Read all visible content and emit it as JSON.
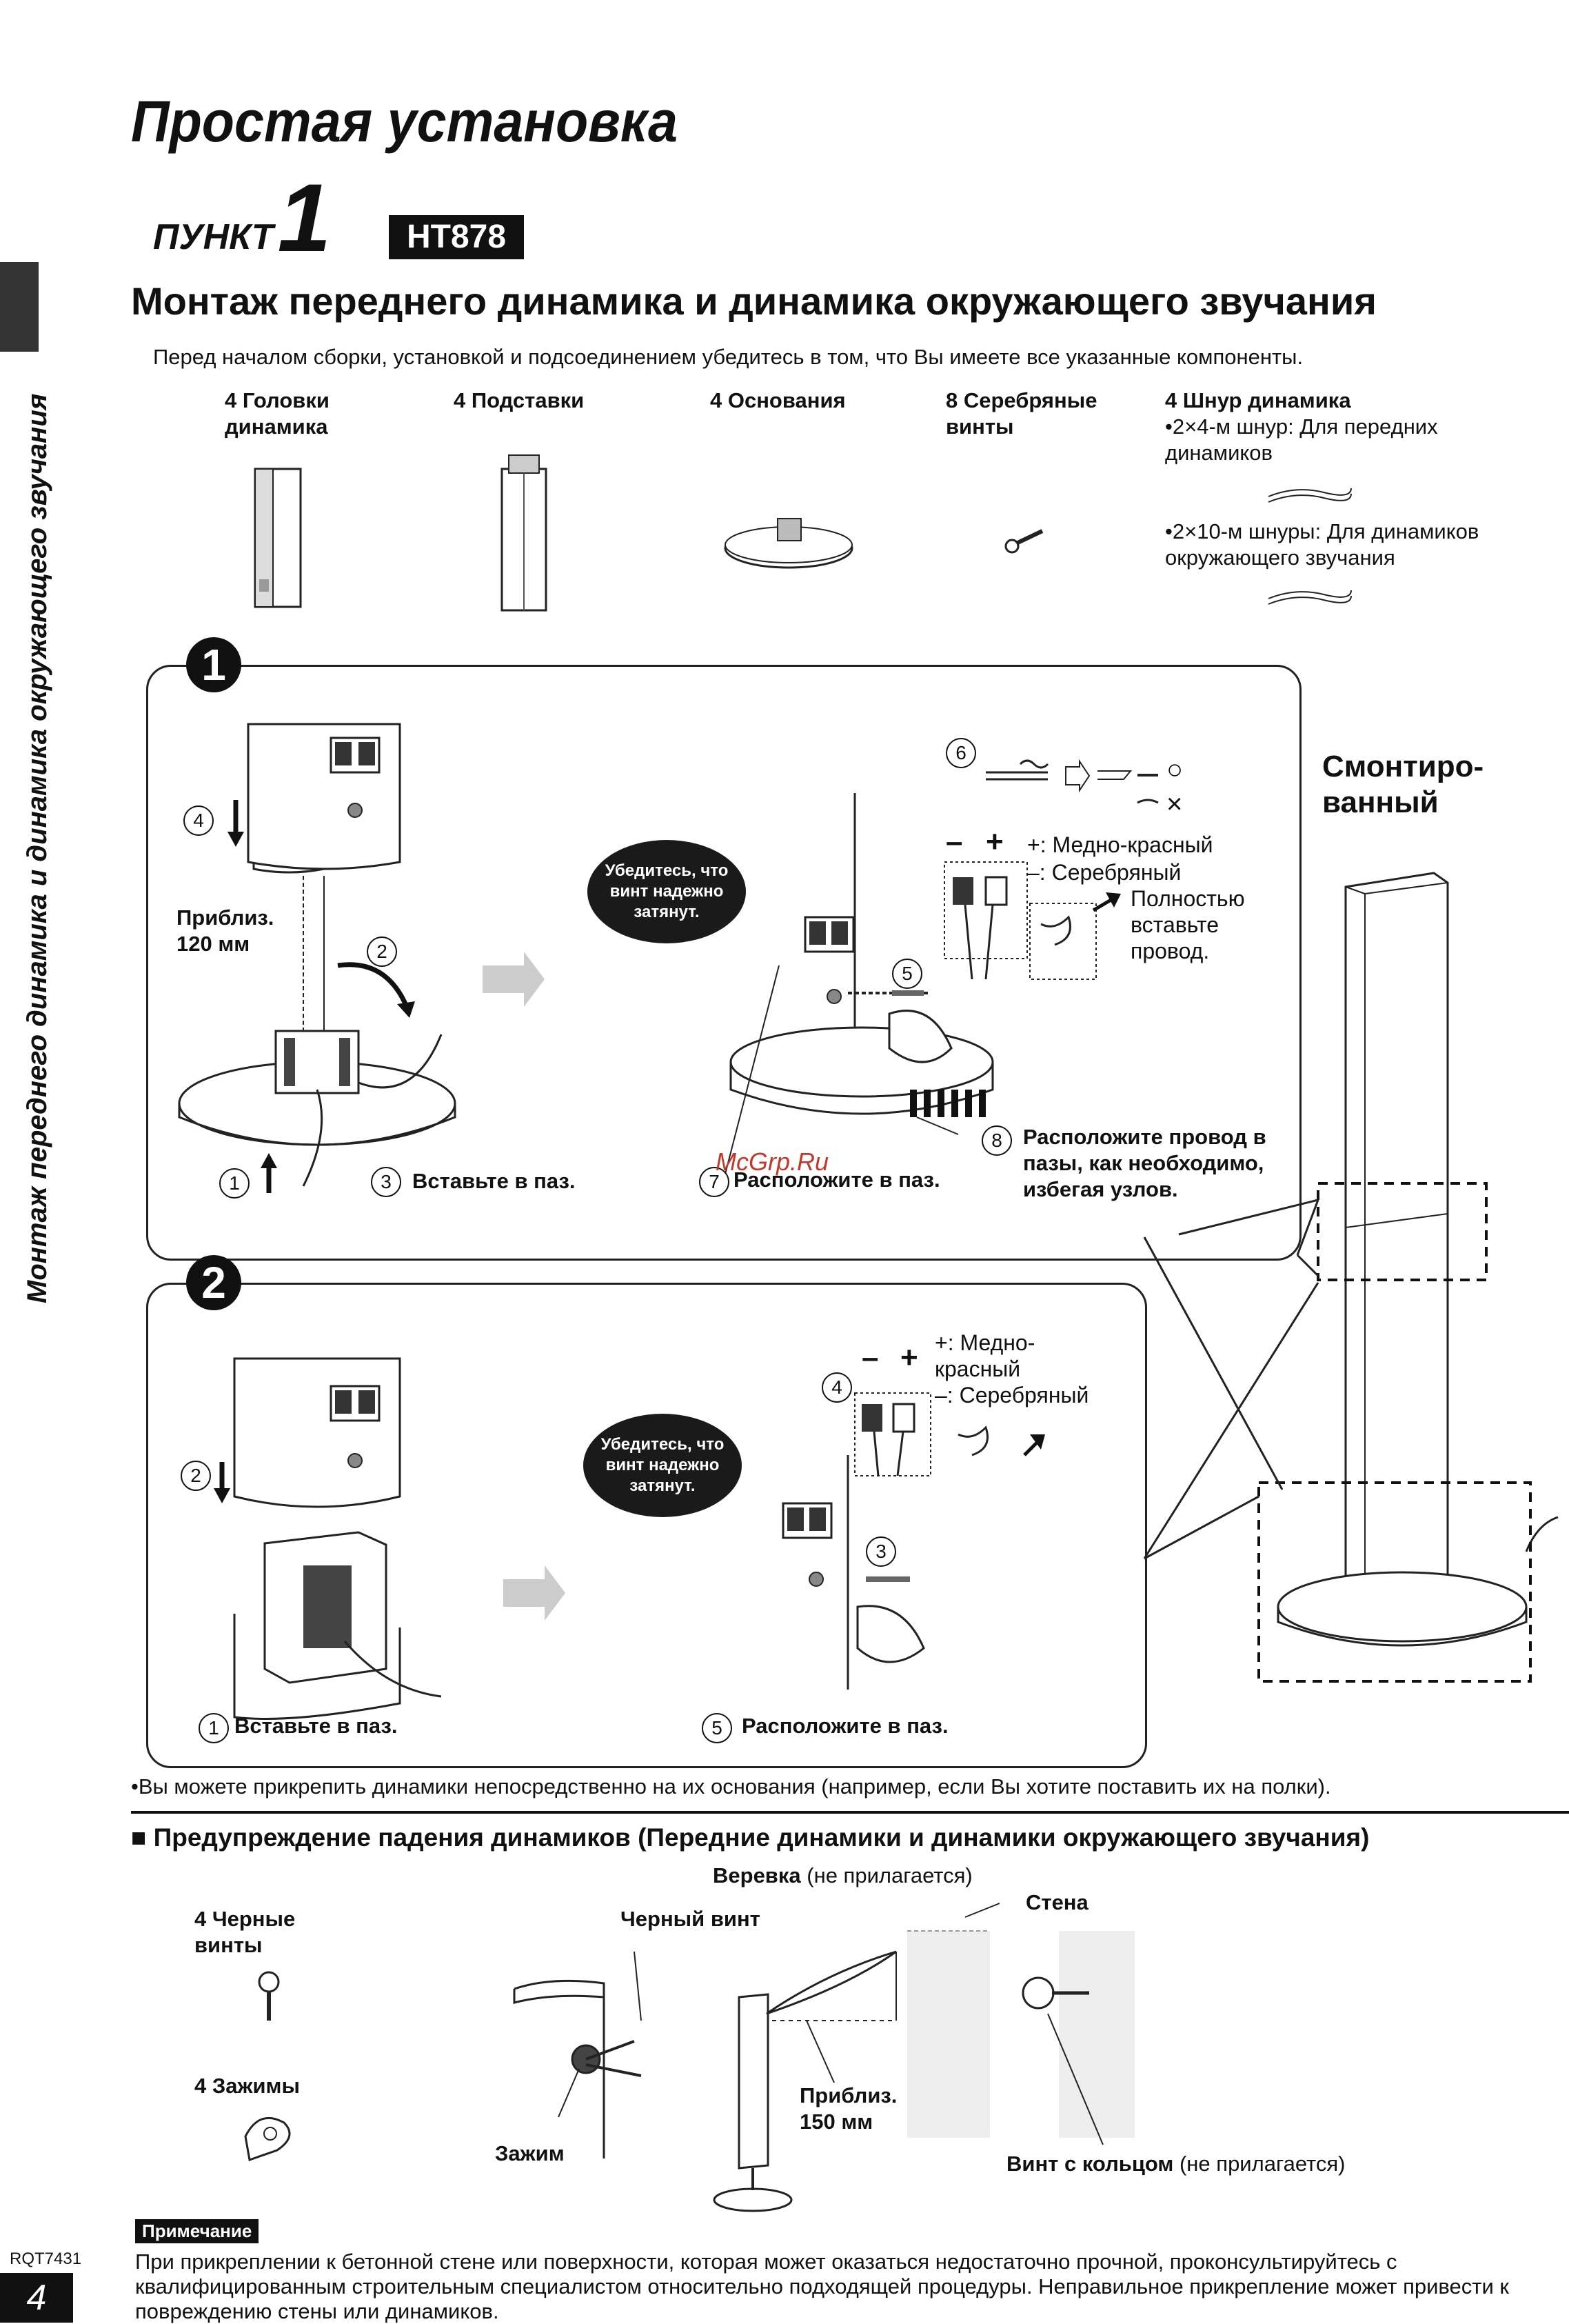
{
  "header": {
    "title": "Простая установка",
    "step_word": "пункт",
    "step_number": "1",
    "model_badge": "HT878"
  },
  "section": {
    "heading": "Монтаж переднего динамика и динамика окружающего звучания",
    "intro": "Перед началом сборки, установкой и подсоединением убедитесь в том, что Вы имеете все указанные компоненты."
  },
  "side_tab": {
    "text": "Монтаж переднего динамика и динамика окружающего звучания"
  },
  "components": [
    {
      "label": "4 Головки динамика"
    },
    {
      "label": "4 Подставки"
    },
    {
      "label": "4 Основания"
    },
    {
      "label": "8 Серебряные винты"
    }
  ],
  "cords": {
    "label": "4 Шнур динамика",
    "front": "•2×4-м шнур: Для передних динамиков",
    "surround": "•2×10-м шнуры: Для динамиков окружающего звучания"
  },
  "panel1": {
    "number": "1",
    "step4": "4",
    "step2": "2",
    "step1": "1",
    "step3": "3",
    "step3_text": "Вставьте в паз.",
    "distance": "Приблиз. 120 мм",
    "bubble": "Убедитесь, что винт надежно затянут.",
    "step5": "5",
    "step6": "6",
    "step7": "7",
    "step7_text": "Расположите в паз.",
    "step8": "8",
    "step8_text": "Расположите провод в пазы, как необходимо, избегая узлов.",
    "ok_mark": "○",
    "ng_mark": "×",
    "minus": "–",
    "plus": "+",
    "plus_label": "+: Медно-красный",
    "minus_label": "–: Серебряный",
    "insert_full": "Полностью вставьте провод.",
    "watermark": "McGrp.Ru"
  },
  "assembled": {
    "label": "Смонтиро-ванный"
  },
  "panel2": {
    "number": "2",
    "step2": "2",
    "step4": "4",
    "step3": "3",
    "step1": "1",
    "step1_text": "Вставьте в паз.",
    "step5": "5",
    "step5_text": "Расположите в паз.",
    "bubble": "Убедитесь, что винт надежно затянут.",
    "minus": "–",
    "plus": "+",
    "plus_label": "+: Медно-красный",
    "minus_label": "–: Серебряный"
  },
  "shelf_note": "•Вы можете прикрепить динамики непосредственно на их основания (например, если Вы хотите поставить их на полки).",
  "warning": {
    "heading": "■ Предупреждение падения динамиков (Передние динамики и динамики окружающего звучания)",
    "black_screws": "4 Черные винты",
    "clamps": "4 Зажимы",
    "rope": "Веревка",
    "rope_note": "(не прилагается)",
    "wall": "Стена",
    "black_screw": "Черный винт",
    "distance": "Приблиз. 150 мм",
    "clamp": "Зажим",
    "ring_screw": "Винт с кольцом",
    "ring_note": "(не прилагается)"
  },
  "note": {
    "label": "Примечание",
    "text": "При прикреплении к бетонной стене или поверхности, которая может оказаться недостаточно прочной, проконсультируйтесь с квалифицированным строительным специалистом относительно подходящей процедуры. Неправильное прикрепление может привести к повреждению стены или динамиков."
  },
  "footer": {
    "code": "RQT7431",
    "page": "4"
  }
}
